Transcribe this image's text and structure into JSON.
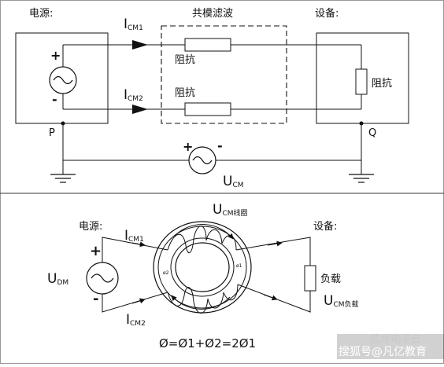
{
  "top": {
    "power_label": "电源:",
    "plus": "+",
    "minus": "-",
    "icm1_main": "I",
    "icm1_sub": "CM1",
    "icm2_main": "I",
    "icm2_sub": "CM2",
    "filter_label": "共模滤波",
    "impedance_top": "阻抗",
    "impedance_bottom": "阻抗",
    "device_label": "设备:",
    "device_impedance": "阻抗",
    "node_p": "P",
    "node_q": "Q",
    "ucm_plus": "+",
    "ucm_minus": "-",
    "ucm_main": "U",
    "ucm_sub": "CM"
  },
  "bottom": {
    "power_label": "电源:",
    "plus": "+",
    "minus": "-",
    "udm_main": "U",
    "udm_sub": "DM",
    "icm1_main": "I",
    "icm1_sub": "CM1",
    "icm2_main": "I",
    "icm2_sub": "CM2",
    "coil_main": "U",
    "coil_sub": "CM线圈",
    "phi1": "ø1",
    "phi2": "ø2",
    "device_label": "设备:",
    "load_label": "负载",
    "ucm_load_main": "U",
    "ucm_load_sub": "CM负载",
    "formula": "Ø=Ø1+Ø2=2Ø1"
  },
  "watermark": {
    "faint": "芯片电子云",
    "text": "搜狐号@凡亿教育"
  }
}
